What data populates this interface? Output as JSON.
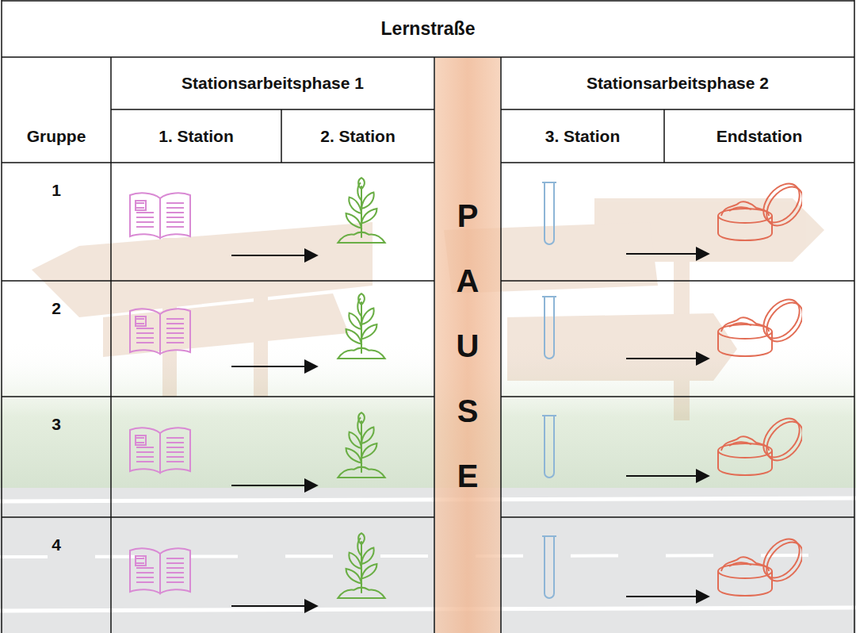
{
  "diagram": {
    "title": "Lernstraße",
    "nodes": [
      {
        "text": [
          "PAUSE"
        ]
      }
    ],
    "labels": [
      "Stationsarbeitsphase 1",
      "Stationsarbeitsphase 2",
      "Gruppe",
      "1. Station",
      "2. Station",
      "3. Station",
      "Endstation",
      "1",
      "2",
      "3",
      "4"
    ]
  }
}
